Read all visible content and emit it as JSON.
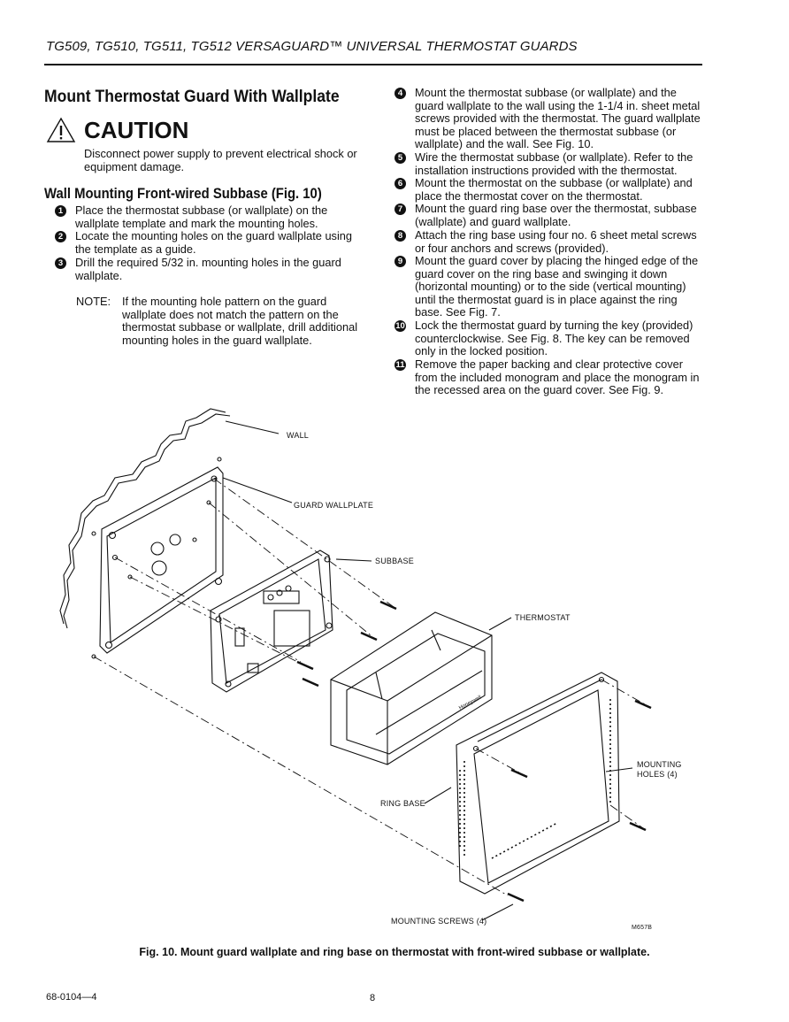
{
  "header": {
    "title": "TG509, TG510, TG511, TG512 VERSAGUARD™ UNIVERSAL THERMOSTAT GUARDS"
  },
  "section": {
    "title": "Mount Thermostat Guard With Wallplate",
    "caution": {
      "word": "CAUTION",
      "message": "Disconnect power supply to prevent electrical shock or equipment damage."
    },
    "subtitle": "Wall Mounting Front-wired Subbase (Fig. 10)",
    "note_label": "NOTE:",
    "note_text": "If the mounting hole pattern on the guard wallplate does not match the pattern on the thermostat subbase or wallplate, drill additional mounting holes in the guard wallplate."
  },
  "steps": [
    {
      "num": "1",
      "text": "Place the thermostat subbase (or wallplate) on the wallplate template and mark the mounting holes."
    },
    {
      "num": "2",
      "text": "Locate the mounting holes on the guard wallplate using the template as a guide."
    },
    {
      "num": "3",
      "text": "Drill the required 5/32 in. mounting holes in the guard wallplate."
    },
    {
      "num": "4",
      "text": "Mount the thermostat subbase (or wallplate) and the guard wallplate to the wall using the 1-1/4 in. sheet metal screws provided with the thermostat. The guard wallplate must be placed between the thermostat subbase (or wallplate) and the wall. See Fig. 10."
    },
    {
      "num": "5",
      "text": "Wire the thermostat subbase (or wallplate). Refer to the installation instructions provided with the thermostat."
    },
    {
      "num": "6",
      "text": "Mount the thermostat on the subbase (or wallplate) and place the thermostat cover on the thermostat."
    },
    {
      "num": "7",
      "text": "Mount the guard ring base over the thermostat, subbase (wallplate) and guard wallplate."
    },
    {
      "num": "8",
      "text": "Attach the ring base using four no. 6 sheet metal screws or four anchors and screws (provided)."
    },
    {
      "num": "9",
      "text": "Mount the guard cover by placing the hinged edge of the guard cover on the ring base and swinging it down (horizontal mounting) or to the side (vertical mounting) until the thermostat guard is in place against the ring base. See Fig. 7."
    },
    {
      "num": "10",
      "text": "Lock the thermostat guard by turning the key (provided) counterclockwise. See Fig. 8. The key can be removed only in the locked position."
    },
    {
      "num": "11",
      "text": "Remove the paper backing and clear protective cover from the included monogram and place the monogram in the recessed area on the guard cover. See Fig. 9."
    }
  ],
  "figure": {
    "callouts": {
      "wall": "WALL",
      "guard_wallplate": "GUARD WALLPLATE",
      "subbase": "SUBBASE",
      "thermostat": "THERMOSTAT",
      "mounting_holes": "MOUNTING HOLES (4)",
      "ring_base": "RING BASE",
      "mounting_screws": "MOUNTING SCREWS (4)",
      "code": "M657B",
      "brand": "Honeywell"
    },
    "caption": "Fig. 10. Mount guard wallplate and ring base on thermostat with front-wired subbase or wallplate."
  },
  "footer": {
    "doc_number": "68-0104—4",
    "page": "8"
  }
}
